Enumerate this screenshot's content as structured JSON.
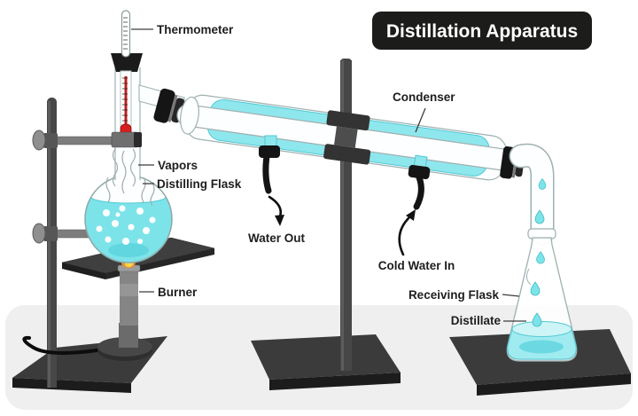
{
  "title": {
    "text": "Distillation Apparatus"
  },
  "labels": {
    "thermometer": "Thermometer",
    "vapors": "Vapors",
    "distilling_flask": "Distilling Flask",
    "water_out": "Water Out",
    "condenser": "Condenser",
    "cold_water_in": "Cold Water In",
    "receiving_flask": "Receiving Flask",
    "distillate": "Distillate",
    "burner": "Burner"
  },
  "colors": {
    "liquid_cyan": "#7ce3e9",
    "condenser_cyan": "#8ee7ed",
    "cyan_edge": "#4fc8d2",
    "stand_dark": "#3b3b3b",
    "stand_front": "#1c1c1c",
    "rod_gray": "#474747",
    "black_parts": "#151515",
    "flame_orange": "#ef8f2b",
    "flame_yellow": "#ffd84a",
    "mercury_red": "#d81f1f",
    "title_bg": "#1c1c1a",
    "title_text": "#ffffff",
    "surface_gray": "#efefef",
    "label_ink": "#1e1e1e",
    "glass_stroke": "#9fb0b0"
  }
}
